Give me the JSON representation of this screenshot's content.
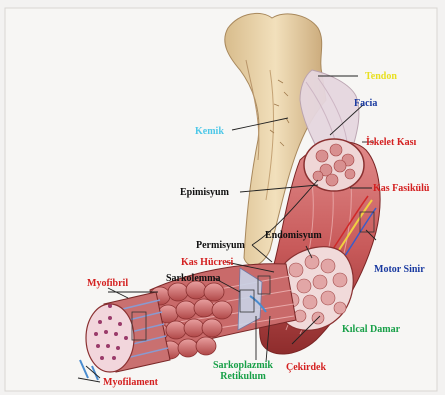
{
  "labels": {
    "tendon": "Tendon",
    "bone": "Kemik",
    "fascia": "Facia",
    "skeletal_muscle": "İskelet Kası",
    "epimysium": "Epimisyum",
    "muscle_fascicle": "Kas Fasikülü",
    "perimysium": "Permisyum",
    "endomysium": "Endomisyum",
    "muscle_cell": "Kas Hücresi",
    "motor_nerve": "Motor Sinir",
    "myofibril": "Myofibril",
    "sarcolemma": "Sarkolemma",
    "capillary": "Kılcal Damar",
    "sarcoplasmic_reticulum_1": "Sarkoplazmik",
    "sarcoplasmic_reticulum_2": "Retikulum",
    "nucleus": "Çekirdek",
    "myofilament": "Myofilament"
  },
  "colors": {
    "yellow_label": "#e8e020",
    "cyan_label": "#4ec8e8",
    "blue_label": "#1a3aa0",
    "red_label": "#d42020",
    "black_label": "#111111",
    "green_label": "#18a048",
    "bone": "#e6cfa6",
    "muscle": "#c85a5a",
    "muscle_dark": "#9a3030"
  }
}
